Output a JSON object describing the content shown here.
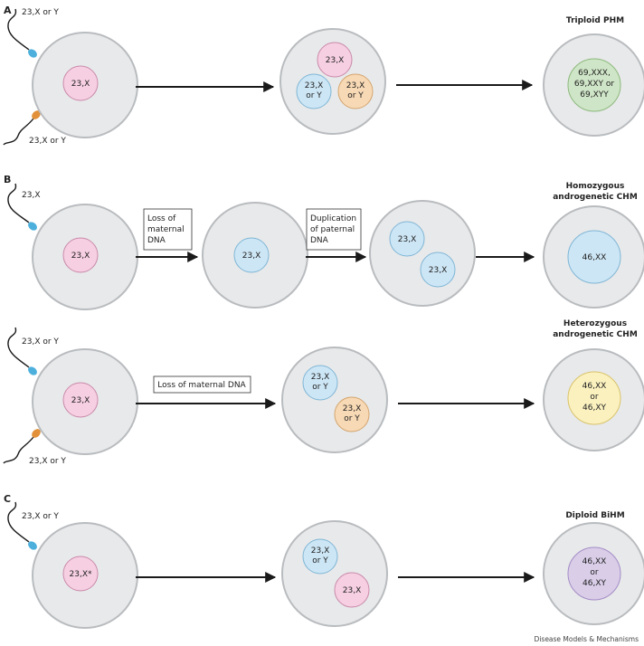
{
  "colors": {
    "maternal": "#f6cfe2",
    "paternal_blue": "#cde6f5",
    "paternal_orange": "#f8d9b5",
    "triploid": "#cfe5c7",
    "androgenetic": "#cde6f5",
    "heterozygous": "#fbf1bf",
    "biparental": "#d9cde8",
    "egg": "#e8e9ea",
    "sperm_blue": "#4db0dc",
    "sperm_orange": "#e2913a"
  },
  "panels": {
    "a": "A",
    "b": "B",
    "c": "C"
  },
  "sperm_labels": {
    "a_top": "23,X or Y",
    "a_bottom": "23,X or Y",
    "b1_top": "23,X",
    "b2_top": "23,X or Y",
    "b2_bottom": "23,X or Y",
    "c_top": "23,X or Y"
  },
  "nuclei": {
    "maternal": "23,X",
    "maternal_star": "23,X*",
    "paternal_x": "23,X",
    "paternal_x_or_y": [
      "23,X",
      "or Y"
    ],
    "triploid": [
      "69,XXX,",
      "69,XXY or",
      "69,XYY"
    ],
    "homozygous": "46,XX",
    "heterozygous": [
      "46,XX",
      "or",
      "46,XY"
    ],
    "biparental": [
      "46,XX",
      "or",
      "46,XY"
    ]
  },
  "boxes": {
    "loss_maternal": [
      "Loss of",
      "maternal",
      "DNA"
    ],
    "duplication_paternal": [
      "Duplication",
      "of paternal",
      "DNA"
    ],
    "loss_maternal_inline": "Loss of maternal DNA"
  },
  "outcomes": {
    "triploid": "Triploid PHM",
    "homozygous": [
      "Homozygous",
      "androgenetic CHM"
    ],
    "heterozygous": [
      "Heterozygous",
      "androgenetic CHM"
    ],
    "biparental": "Diploid BiHM"
  },
  "footer": "Disease Models & Mechanisms"
}
